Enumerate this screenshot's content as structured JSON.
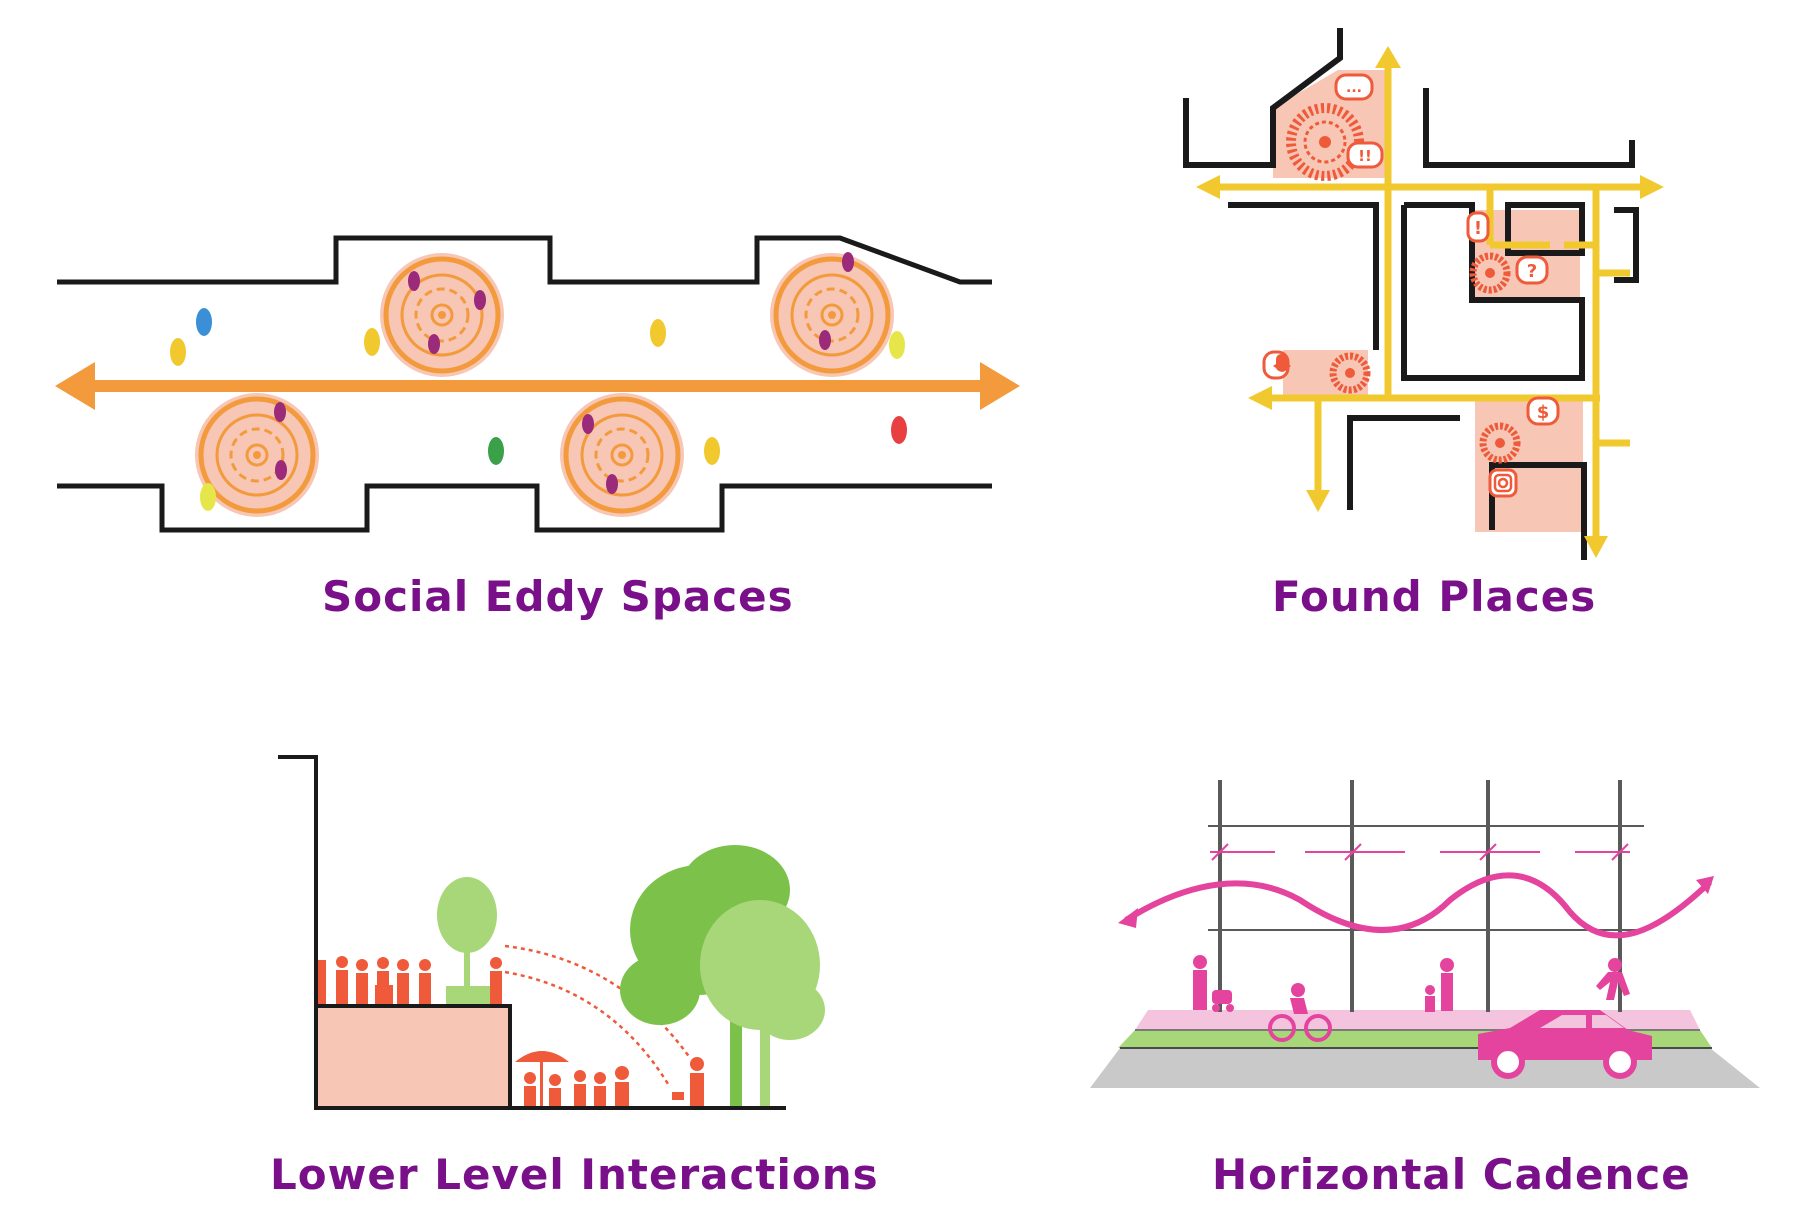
{
  "colors": {
    "caption": "#7a0f8a",
    "orange": "#f39a3c",
    "peach": "#f7c6b4",
    "yellow": "#f1c92e",
    "red": "#ee5a3a",
    "pink": "#e4449e",
    "leafLight": "#a8d77a",
    "leafDark": "#7cc24a",
    "wall": "#1a1a1a"
  },
  "panels": {
    "social_eddy": {
      "caption": "Social Eddy Spaces"
    },
    "found_places": {
      "caption": "Found Places",
      "badges": [
        "...",
        "!!",
        "!",
        "?",
        "$"
      ]
    },
    "lower_level": {
      "caption": "Lower Level Interactions"
    },
    "horizontal": {
      "caption": "Horizontal Cadence"
    }
  }
}
